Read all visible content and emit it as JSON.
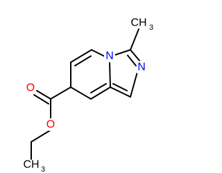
{
  "molecule": {
    "atoms": {
      "n_bridge": {
        "symbol": "N",
        "color": "#0000ff"
      },
      "n_imidazole": {
        "symbol": "N",
        "color": "#0000ff"
      },
      "o_carbonyl": {
        "symbol": "O",
        "color": "#ff0000"
      },
      "o_ester": {
        "symbol": "O",
        "color": "#ff0000"
      },
      "methyl": {
        "symbol": "CH",
        "subscript": "3",
        "color": "#000000"
      },
      "ethyl_methyl": {
        "symbol": "CH",
        "subscript": "3",
        "color": "#000000"
      }
    },
    "colors": {
      "bond": "#000000",
      "nitrogen": "#0000ff",
      "oxygen": "#ff0000",
      "carbon": "#000000"
    }
  }
}
